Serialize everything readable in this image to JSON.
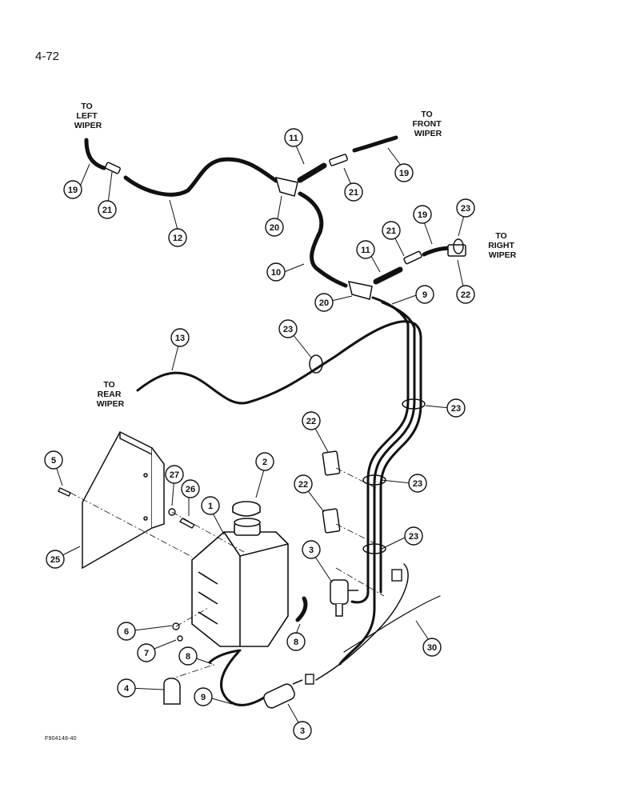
{
  "page_number": "4-72",
  "figure_code": "F904148-40",
  "labels": {
    "to_left_wiper": [
      "TO",
      "LEFT",
      "WIPER"
    ],
    "to_front_wiper": [
      "TO",
      "FRONT",
      "WIPER"
    ],
    "to_right_wiper": [
      "TO",
      "RIGHT",
      "WIPER"
    ],
    "to_rear_wiper": [
      "TO",
      "REAR",
      "WIPER"
    ]
  },
  "callouts": {
    "c19a": "19",
    "c21a": "21",
    "c12": "12",
    "c11a": "11",
    "c20a": "20",
    "c21b": "21",
    "c19b": "19",
    "c10": "10",
    "c11b": "11",
    "c21c": "21",
    "c19c": "19",
    "c23a": "23",
    "c22a": "22",
    "c9a": "9",
    "c20b": "20",
    "c13": "13",
    "c23b": "23",
    "c23c": "23",
    "c22b": "22",
    "c23d": "23",
    "c22c": "22",
    "c23e": "23",
    "c5": "5",
    "c2": "2",
    "c27": "27",
    "c26": "26",
    "c1": "1",
    "c25": "25",
    "c3a": "3",
    "c6": "6",
    "c7": "7",
    "c8a": "8",
    "c8b": "8",
    "c30": "30",
    "c4": "4",
    "c9b": "9",
    "c3b": "3"
  }
}
